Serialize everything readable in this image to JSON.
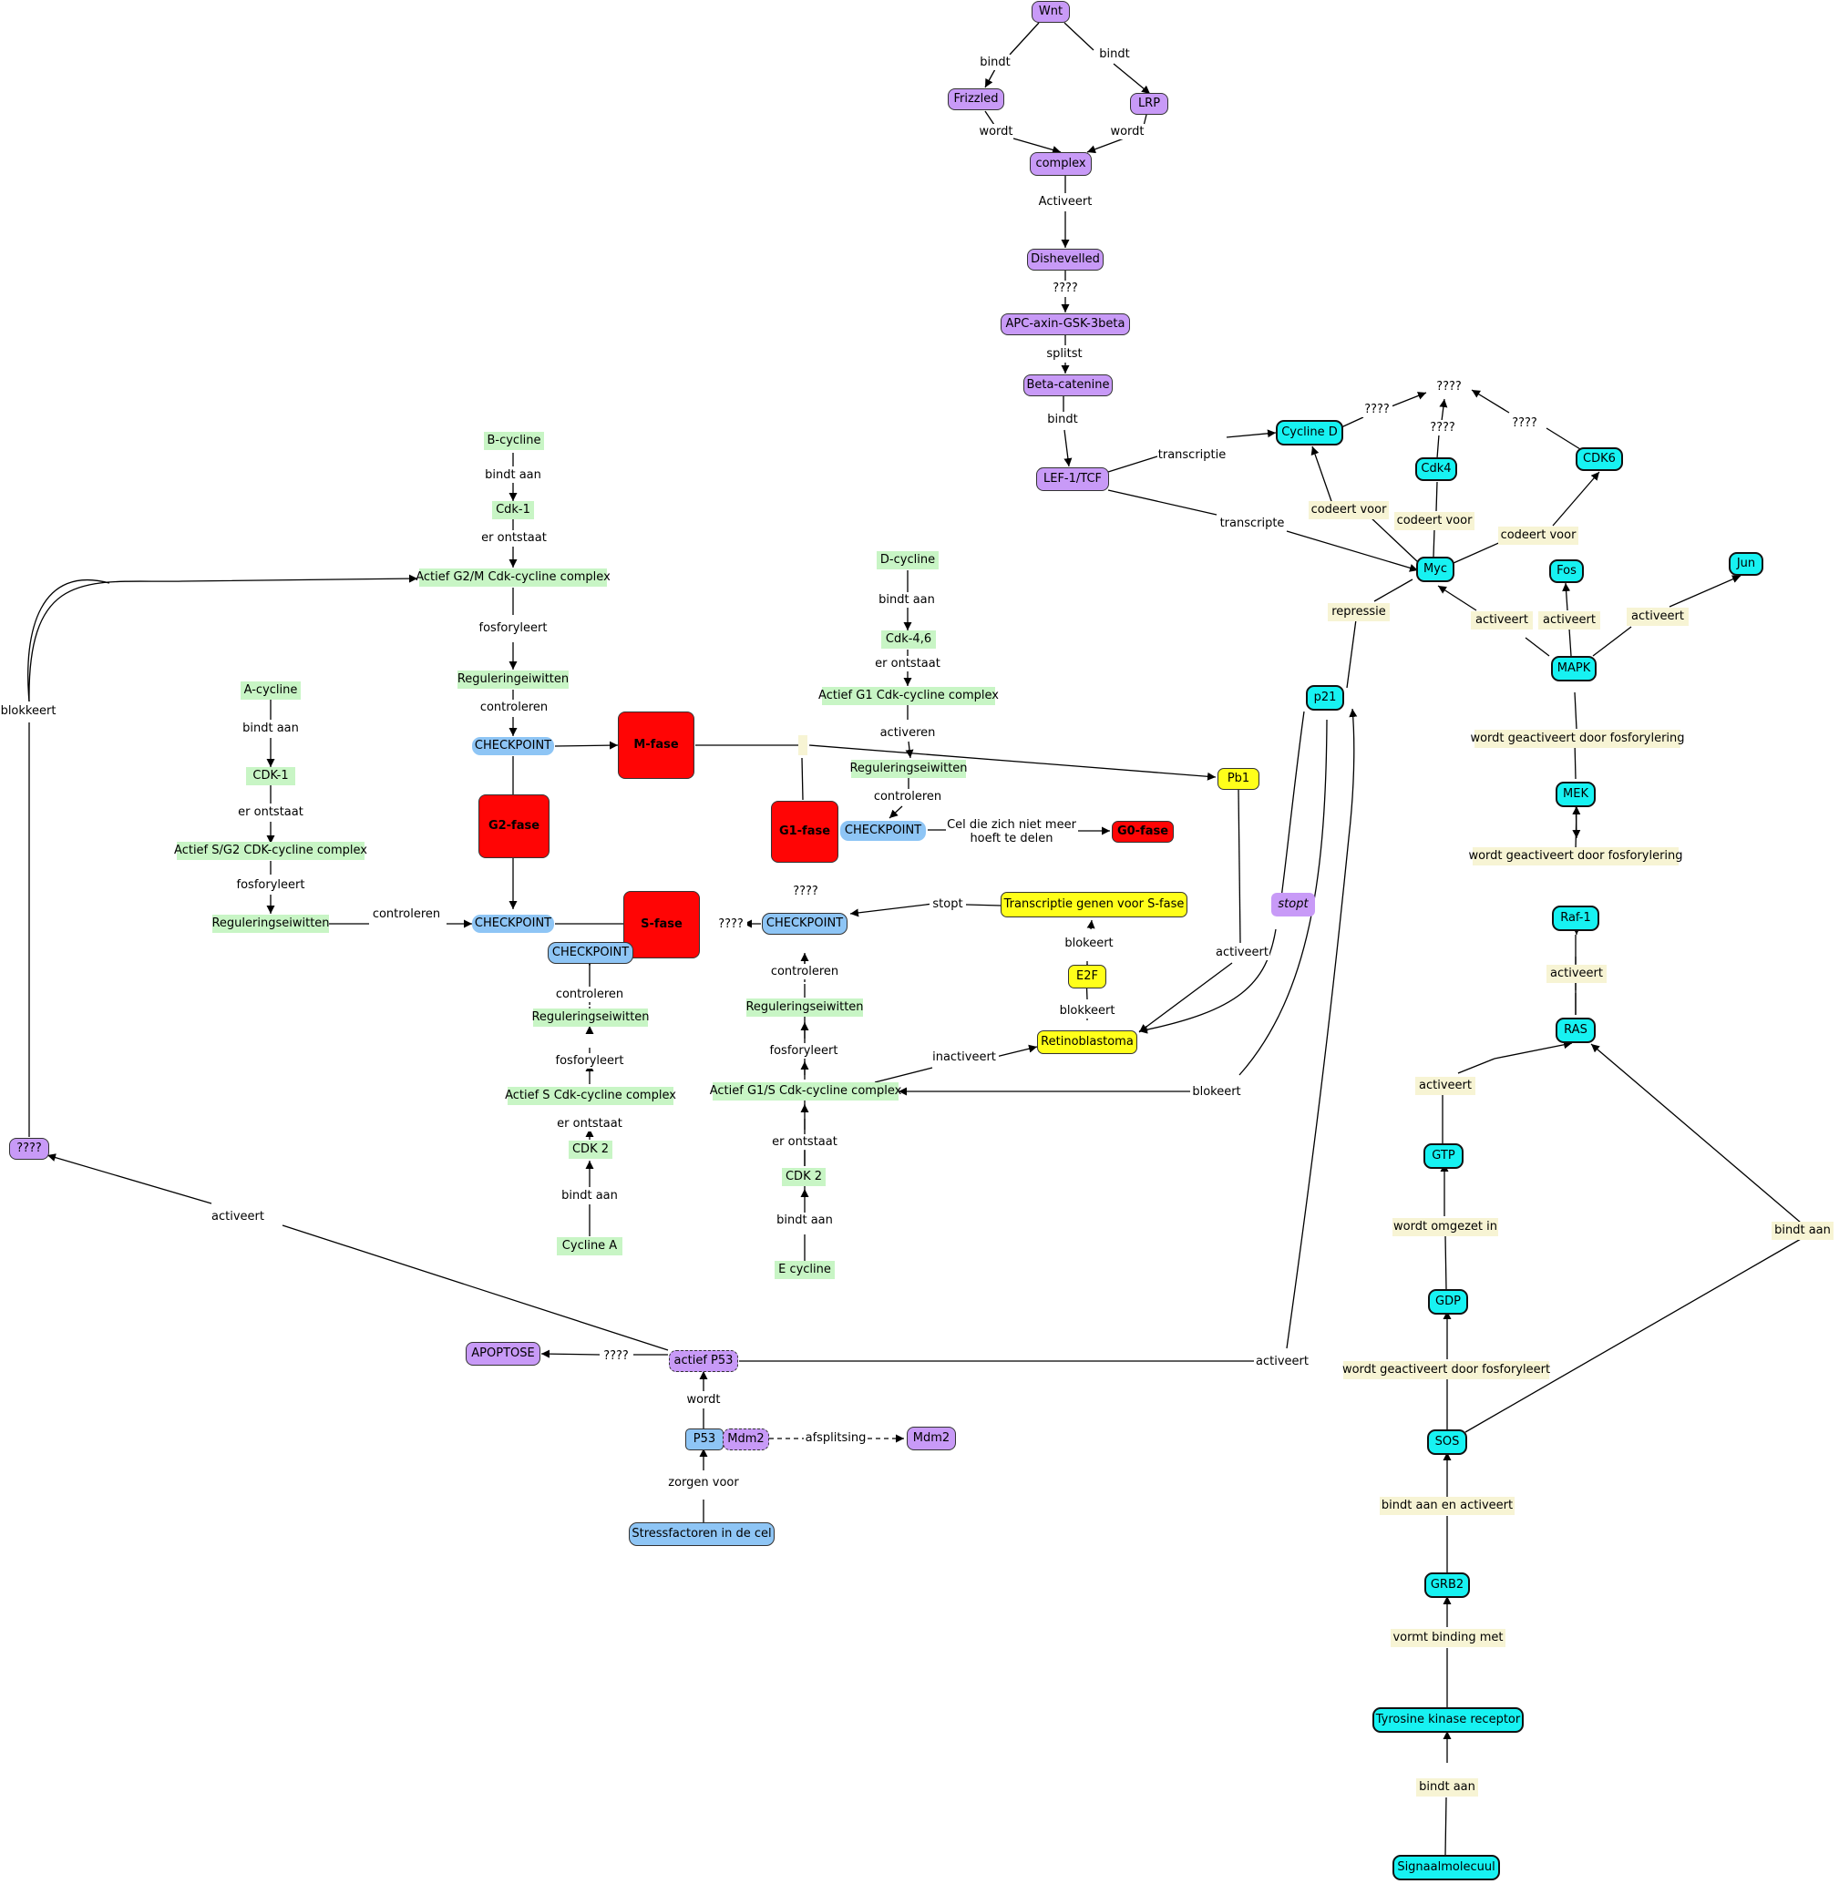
{
  "nodes": {
    "wnt": "Wnt",
    "bindt_wnt_frizzled": "bindt",
    "bindt_wnt_lrp": "bindt",
    "frizzled": "Frizzled",
    "lrp": "LRP",
    "wordt_frizzled": "wordt",
    "wordt_lrp": "wordt",
    "complex": "complex",
    "activeert_complex": "Activeert",
    "dishevelled": "Dishevelled",
    "q_dishevelled": "????",
    "apc": "APC-axin-GSK-3beta",
    "splitst": "splitst",
    "beta_catenine": "Beta-catenine",
    "bindt_beta": "bindt",
    "lef_tcf": "LEF-1/TCF",
    "transcriptie": "transcriptie",
    "transcripte": "transcripte",
    "cycline_d": "Cycline D",
    "q_cycd": "????",
    "q_top": "????",
    "q_cdk4": "????",
    "q_cdk6": "????",
    "cdk4": "Cdk4",
    "cdk6": "CDK6",
    "codeert_voor_1": "codeert voor",
    "codeert_voor_2": "codeert voor",
    "codeert_voor_3": "codeert voor",
    "myc": "Myc",
    "fos": "Fos",
    "jun": "Jun",
    "activeert_myc": "activeert",
    "activeert_fos": "activeert",
    "activeert_jun": "activeert",
    "repressie": "repressie",
    "p21": "p21",
    "mapk": "MAPK",
    "wgdf_1": "wordt geactiveert door fosforylering",
    "mek": "MEK",
    "wgdf_2": "wordt geactiveert door fosforylering",
    "raf1": "Raf-1",
    "activeert_raf": "activeert",
    "ras": "RAS",
    "activeert_gtp": "activeert",
    "gtp": "GTP",
    "bindt_aan_ras": "bindt aan",
    "wordt_omgezet": "wordt omgezet in",
    "gdp": "GDP",
    "wgdf_sos": "wordt geactiveert door fosforyleert",
    "sos": "SOS",
    "bindt_aan_en_activeert": "bindt aan en activeert",
    "grb2": "GRB2",
    "vormt_binding": "vormt binding met",
    "tyrosine": "Tyrosine kinase receptor",
    "bindt_aan_signaal": "bindt aan",
    "signaal": "Signaalmolecuul",
    "b_cycline": "B-cycline",
    "bindt_aan_b": "bindt aan",
    "cdk1_b": "Cdk-1",
    "er_ontstaat_b": "er ontstaat",
    "g2m_complex": "Actief G2/M Cdk-cycline complex",
    "fosforyleert_g2m": "fosforyleert",
    "reguleringeiwitten": "Reguleringeiwitten",
    "controleren_g2m": "controleren",
    "checkpoint_g2m": "CHECKPOINT",
    "m_fase": "M-fase",
    "g2_fase": "G2-fase",
    "a_cycline": "A-cycline",
    "bindt_aan_a": "bindt aan",
    "cdk1_a": "CDK-1",
    "er_ontstaat_a": "er ontstaat",
    "sg2_complex": "Actief S/G2 CDK-cycline complex",
    "fosforyleert_sg2": "fosforyleert",
    "regul_sg2": "Reguleringseiwitten",
    "controleren_sg2": "controleren",
    "checkpoint_g2": "CHECKPOINT",
    "s_fase": "S-fase",
    "checkpoint_s": "CHECKPOINT",
    "controleren_s": "controleren",
    "regul_s": "Reguleringseiwitten",
    "fosforyleert_s": "fosforyleert",
    "s_complex": "Actief S Cdk-cycline complex",
    "er_ontstaat_s": "er ontstaat",
    "cdk2_s": "CDK 2",
    "bindt_aan_s": "bindt aan",
    "cycline_a": "Cycline A",
    "q_sfase": "????",
    "checkpoint_g1s": "CHECKPOINT",
    "q_g1fase": "????",
    "g1_fase": "G1-fase",
    "controleren_g1s": "controleren",
    "regul_g1s": "Reguleringseiwitten",
    "fosforyleert_g1s": "fosforyleert",
    "g1s_complex": "Actief G1/S Cdk-cycline complex",
    "er_ontstaat_g1s": "er ontstaat",
    "cdk2_g1s": "CDK 2",
    "bindt_aan_e": "bindt aan",
    "e_cycline": "E cycline",
    "inactiveert": "inactiveert",
    "d_cycline": "D-cycline",
    "bindt_aan_d": "bindt aan",
    "cdk46": "Cdk-4,6",
    "er_ontstaat_d": "er ontstaat",
    "g1_complex": "Actief G1 Cdk-cycline complex",
    "activeren": "activeren",
    "regul_g1": "Reguleringseiwitten",
    "controleren_g1": "controleren",
    "checkpoint_g1": "CHECKPOINT",
    "cel_niet_delen": "Cel die zich niet meer\nhoeft te delen",
    "g0_fase": "G0-fase",
    "pb1": "Pb1",
    "activeert_pb1": "activeert",
    "stopt_italic": "stopt",
    "stopt": "stopt",
    "transcriptie_genen": "Transcriptie genen voor S-fase",
    "blokeert_e2f": "blokeert",
    "e2f": "E2F",
    "blokkeert_rb": "blokkeert",
    "retinoblastoma": "Retinoblastoma",
    "blokeert_p21": "blokeert",
    "blokkeert_left": "blokkeert",
    "q_left": "????",
    "activeert_left": "activeert",
    "apoptose": "APOPTOSE",
    "q_apoptose": "????",
    "actief_p53": "actief P53",
    "wordt_p53": "wordt",
    "p53": "P53",
    "mdm2_bound": "Mdm2",
    "afsplitsing": "afsplitsing",
    "mdm2": "Mdm2",
    "zorgen_voor": "zorgen voor",
    "stressfactoren": "Stressfactoren in de cel",
    "activeert_p21": "activeert"
  },
  "colors": {
    "purple": "#c89af7",
    "cyan": "#17f2f2",
    "green": "#c8f5c5",
    "cream": "#f7f4d4",
    "blue": "#8ec5f5",
    "yellow": "#ffff1a",
    "red": "#ff0505"
  }
}
